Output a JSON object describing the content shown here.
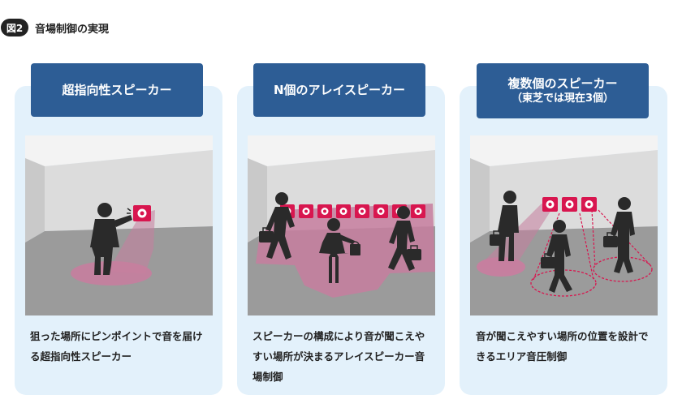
{
  "figure": {
    "badge": "図2",
    "title": "音場制御の実現"
  },
  "panels": [
    {
      "title": "超指向性スピーカー",
      "subtitle": "",
      "description": "狙った場所にピンポイントで音を届ける超指向性スピーカー"
    },
    {
      "title": "N個のアレイスピーカー",
      "subtitle": "",
      "description": "スピーカーの構成により音が聞こえやすい場所が決まるアレイスピーカー音場制御"
    },
    {
      "title": "複数個のスピーカー",
      "subtitle": "（東芝では現在3個）",
      "description": "音が聞こえやすい場所の位置を設計できるエリア音圧制御"
    }
  ],
  "colors": {
    "panel_bg": "#e3f1fb",
    "tab_bg": "#2d5d95",
    "speaker": "#d8164f",
    "sound_zone": "#c77e9f",
    "floor": "#9b9b9b",
    "wall": "#dcdcdc",
    "person": "#2a2a2a"
  },
  "icons": [
    "speaker-icon",
    "person-icon",
    "briefcase-icon",
    "handbag-icon"
  ]
}
